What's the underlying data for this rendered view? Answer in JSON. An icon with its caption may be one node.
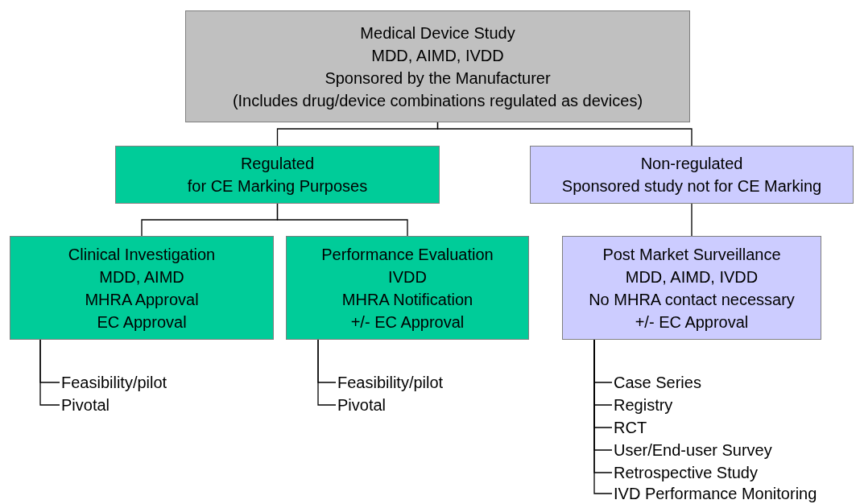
{
  "diagram": {
    "nodes": [
      {
        "text": [
          "Medical Device Study",
          "MDD, AIMD, IVDD",
          "Sponsored by the Manufacturer",
          "(Includes drug/device combinations regulated as devices)"
        ]
      },
      {
        "text": [
          "Regulated",
          "for CE Marking Purposes"
        ]
      },
      {
        "text": [
          "Non-regulated",
          "Sponsored study not for CE Marking"
        ]
      },
      {
        "text": [
          "Clinical Investigation",
          "MDD, AIMD",
          "MHRA Approval",
          "EC Approval"
        ]
      },
      {
        "text": [
          "Performance Evaluation",
          "IVDD",
          "MHRA Notification",
          "+/- EC Approval"
        ]
      },
      {
        "text": [
          "Post Market Surveillance",
          "MDD, AIMD, IVDD",
          "No MHRA contact necessary",
          "+/- EC Approval"
        ]
      },
      {
        "text": [
          "Feasibility/pilot"
        ]
      },
      {
        "text": [
          "Pivotal"
        ]
      },
      {
        "text": [
          "Feasibility/pilot"
        ]
      },
      {
        "text": [
          "Pivotal"
        ]
      },
      {
        "text": [
          "Case Series"
        ]
      },
      {
        "text": [
          "Registry"
        ]
      },
      {
        "text": [
          "RCT"
        ]
      },
      {
        "text": [
          "User/End-user Survey"
        ]
      },
      {
        "text": [
          "Retrospective Study"
        ]
      },
      {
        "text": [
          "IVD Performance Monitoring"
        ]
      }
    ],
    "edges": [
      {
        "from": 0,
        "to": 1,
        "arrow": "none"
      },
      {
        "from": 0,
        "to": 2,
        "arrow": "none"
      },
      {
        "from": 1,
        "to": 3,
        "arrow": "none"
      },
      {
        "from": 1,
        "to": 4,
        "arrow": "none"
      },
      {
        "from": 2,
        "to": 5,
        "arrow": "none"
      },
      {
        "from": 3,
        "to": 6,
        "arrow": "none"
      },
      {
        "from": 3,
        "to": 7,
        "arrow": "none"
      },
      {
        "from": 4,
        "to": 8,
        "arrow": "none"
      },
      {
        "from": 4,
        "to": 9,
        "arrow": "none"
      },
      {
        "from": 5,
        "to": 10,
        "arrow": "none"
      },
      {
        "from": 5,
        "to": 11,
        "arrow": "none"
      },
      {
        "from": 5,
        "to": 12,
        "arrow": "none"
      },
      {
        "from": 5,
        "to": 13,
        "arrow": "none"
      },
      {
        "from": 5,
        "to": 14,
        "arrow": "none"
      },
      {
        "from": 5,
        "to": 15,
        "arrow": "none"
      }
    ]
  }
}
